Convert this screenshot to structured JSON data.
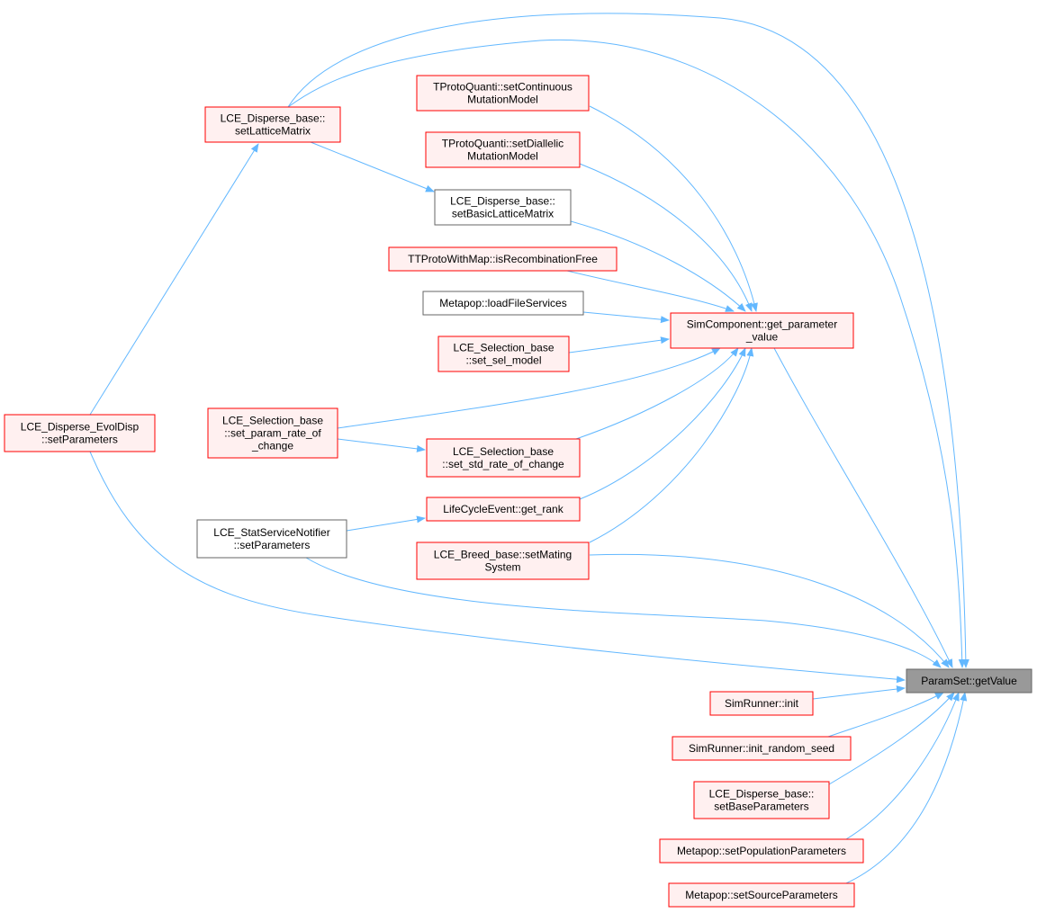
{
  "colors": {
    "edge": "#63b8ff",
    "node_red_border": "#ff0000",
    "node_red_fill": "#fff0f0",
    "node_gray_border": "#666666",
    "node_white_fill": "#ffffff",
    "target_fill": "#999999",
    "target_border": "#666666"
  },
  "nodes": {
    "target": {
      "lines": [
        "ParamSet::getValue"
      ],
      "style": "target"
    },
    "get_parameter_value": {
      "lines": [
        "SimComponent::get_parameter",
        "_value"
      ],
      "style": "red"
    },
    "setLatticeMatrix": {
      "lines": [
        "LCE_Disperse_base::",
        "setLatticeMatrix"
      ],
      "style": "red"
    },
    "setContinuousMutationModel": {
      "lines": [
        "TProtoQuanti::setContinuous",
        "MutationModel"
      ],
      "style": "red"
    },
    "setDiallelicMutationModel": {
      "lines": [
        "TProtoQuanti::setDiallelic",
        "MutationModel"
      ],
      "style": "red"
    },
    "setBasicLatticeMatrix": {
      "lines": [
        "LCE_Disperse_base::",
        "setBasicLatticeMatrix"
      ],
      "style": "gray"
    },
    "isRecombinationFree": {
      "lines": [
        "TTProtoWithMap::isRecombinationFree"
      ],
      "style": "red"
    },
    "loadFileServices": {
      "lines": [
        "Metapop::loadFileServices"
      ],
      "style": "gray"
    },
    "set_sel_model": {
      "lines": [
        "LCE_Selection_base",
        "::set_sel_model"
      ],
      "style": "red"
    },
    "evolDispSetParameters": {
      "lines": [
        "LCE_Disperse_EvolDisp",
        "::setParameters"
      ],
      "style": "red"
    },
    "set_param_rate_of_change": {
      "lines": [
        "LCE_Selection_base",
        "::set_param_rate_of",
        "_change"
      ],
      "style": "red"
    },
    "set_std_rate_of_change": {
      "lines": [
        "LCE_Selection_base",
        "::set_std_rate_of_change"
      ],
      "style": "red"
    },
    "get_rank": {
      "lines": [
        "LifeCycleEvent::get_rank"
      ],
      "style": "red"
    },
    "statServiceSetParameters": {
      "lines": [
        "LCE_StatServiceNotifier",
        "::setParameters"
      ],
      "style": "gray"
    },
    "setMatingSystem": {
      "lines": [
        "LCE_Breed_base::setMating",
        "System"
      ],
      "style": "red"
    },
    "simRunnerInit": {
      "lines": [
        "SimRunner::init"
      ],
      "style": "red"
    },
    "init_random_seed": {
      "lines": [
        "SimRunner::init_random_seed"
      ],
      "style": "red"
    },
    "setBaseParameters": {
      "lines": [
        "LCE_Disperse_base::",
        "setBaseParameters"
      ],
      "style": "red"
    },
    "setPopulationParameters": {
      "lines": [
        "Metapop::setPopulationParameters"
      ],
      "style": "red"
    },
    "setSourceParameters": {
      "lines": [
        "Metapop::setSourceParameters"
      ],
      "style": "red"
    }
  }
}
